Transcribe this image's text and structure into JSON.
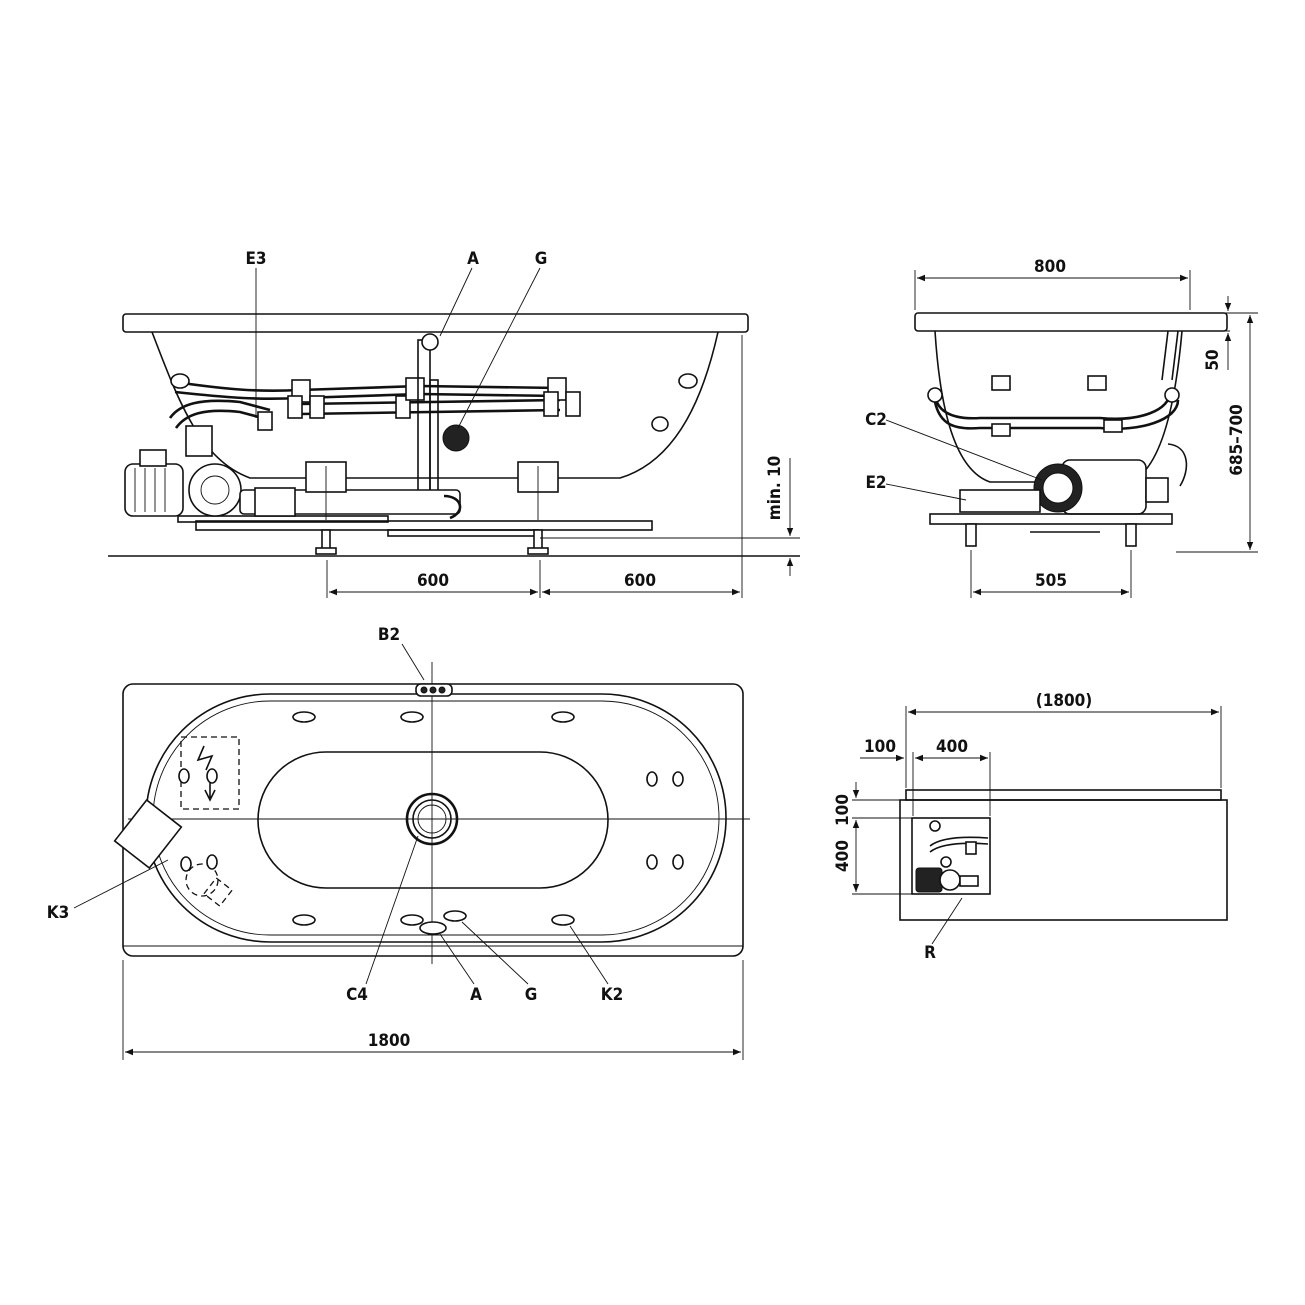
{
  "front_view": {
    "labels": {
      "e3": "E3",
      "a": "A",
      "g": "G"
    },
    "dims": {
      "left": "600",
      "right": "600",
      "min": "min. 10"
    }
  },
  "side_view": {
    "labels": {
      "c2": "C2",
      "e2": "E2"
    },
    "dims": {
      "width": "800",
      "rim": "50",
      "height": "685–700",
      "feet": "505"
    }
  },
  "top_view": {
    "labels": {
      "b2": "B2",
      "k3": "K3",
      "c4": "C4",
      "a": "A",
      "g": "G",
      "k2": "K2"
    },
    "dims": {
      "length": "1800"
    }
  },
  "install_view": {
    "labels": {
      "r": "R"
    },
    "dims": {
      "total": "(1800)",
      "offset_x": "100",
      "width_x": "400",
      "offset_y": "100",
      "width_y": "400"
    }
  }
}
